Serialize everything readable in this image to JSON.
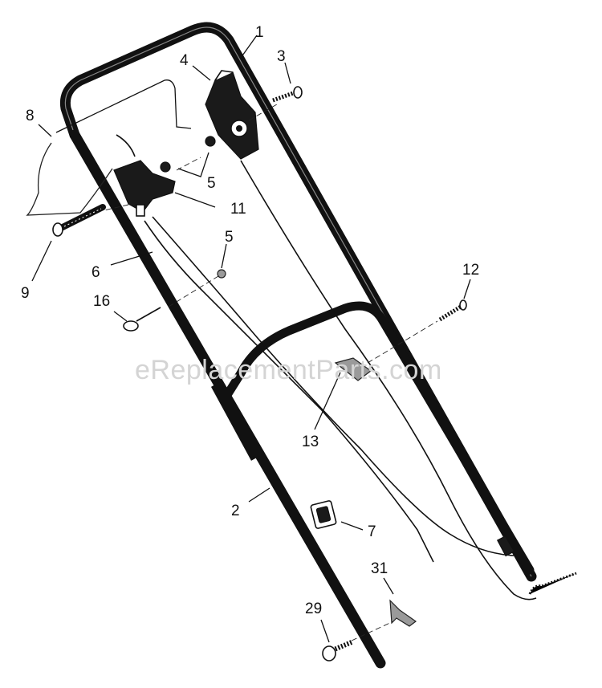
{
  "watermark": "eReplacementParts.com",
  "callouts": [
    "1",
    "2",
    "3",
    "4",
    "5",
    "5",
    "6",
    "7",
    "8",
    "9",
    "11",
    "12",
    "13",
    "16",
    "29",
    "31"
  ],
  "colors": {
    "ink": "#111111",
    "watermark": "#d4d4d4",
    "background": "#ffffff"
  }
}
